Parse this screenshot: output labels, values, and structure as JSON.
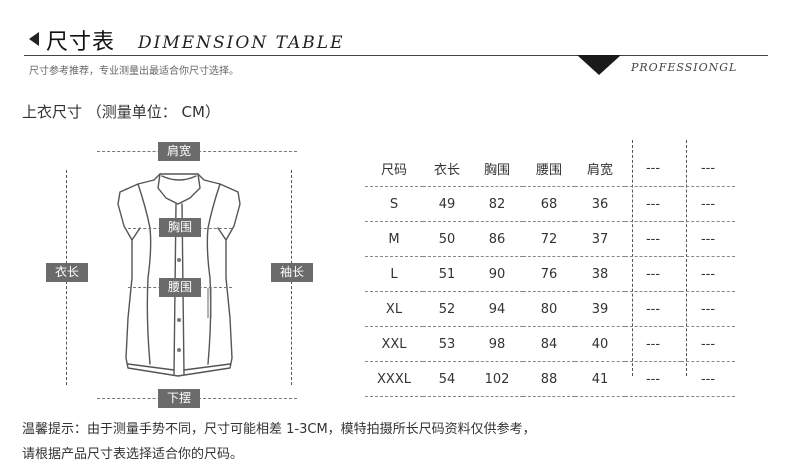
{
  "header": {
    "title_cn": "尺寸表",
    "title_en": "DIMENSION TABLE",
    "subtitle": "尺寸参考推荐，专业测量出最适合你尺寸选择。",
    "professional": "PROFESSIONGL"
  },
  "section_title": "上衣尺寸 （测量单位： CM）",
  "garment": {
    "labels": {
      "shoulder": "肩宽",
      "chest": "胸围",
      "waist": "腰围",
      "length": "衣长",
      "sleeve": "袖长",
      "hem": "下摆"
    }
  },
  "table": {
    "headers": [
      "尺码",
      "衣长",
      "胸围",
      "腰围",
      "肩宽",
      "---",
      "---"
    ],
    "rows": [
      [
        "S",
        "49",
        "82",
        "68",
        "36",
        "---",
        "---"
      ],
      [
        "M",
        "50",
        "86",
        "72",
        "37",
        "---",
        "---"
      ],
      [
        "L",
        "51",
        "90",
        "76",
        "38",
        "---",
        "---"
      ],
      [
        "XL",
        "52",
        "94",
        "80",
        "39",
        "---",
        "---"
      ],
      [
        "XXL",
        "53",
        "98",
        "84",
        "40",
        "---",
        "---"
      ],
      [
        "XXXL",
        "54",
        "102",
        "88",
        "41",
        "---",
        "---"
      ]
    ]
  },
  "notes": {
    "line1": "温馨提示：由于测量手势不同，尺寸可能相差 1-3CM，模特拍摄所长尺码资料仅供参考，",
    "line2": "请根据产品尺寸表选择适合你的尺码。"
  },
  "colors": {
    "tag_bg": "#6b6b6b",
    "accent_dark": "#1a1a1a"
  }
}
